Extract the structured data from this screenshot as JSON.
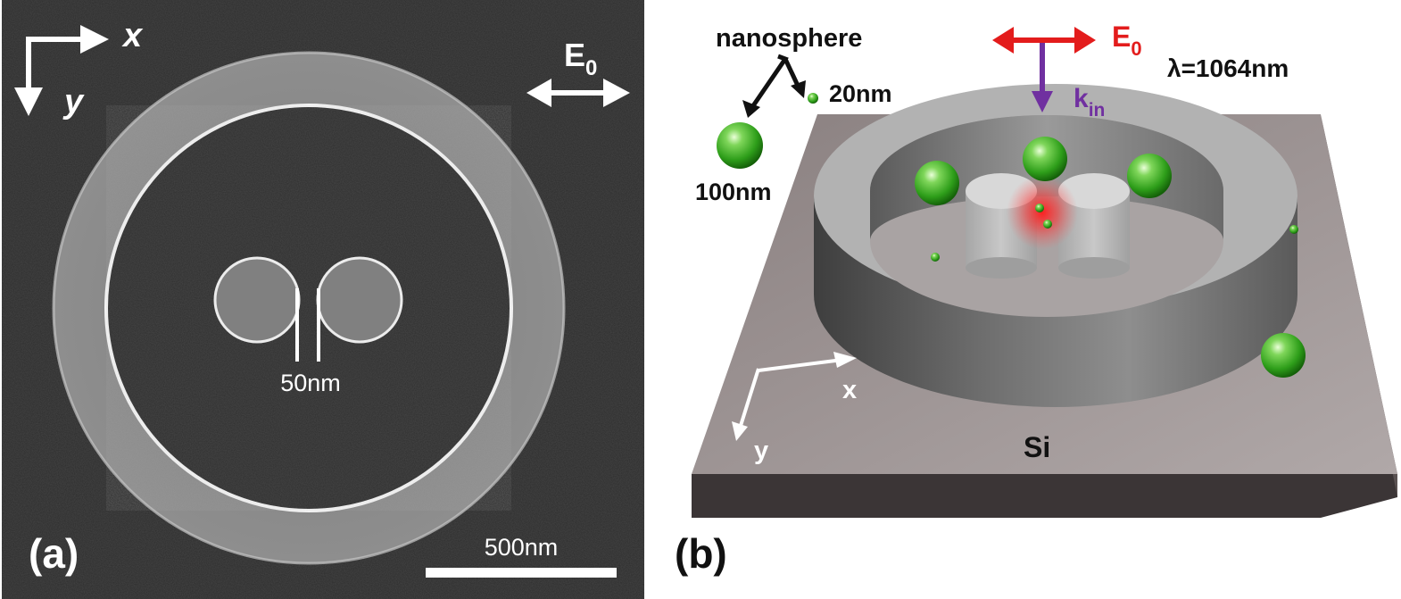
{
  "panel_a": {
    "label": "(a)",
    "axis_x": "x",
    "axis_y": "y",
    "field_label": "E",
    "field_sub": "0",
    "gap_label": "50nm",
    "scalebar_label": "500nm"
  },
  "panel_b": {
    "label": "(b)",
    "nanosphere_label": "nanosphere",
    "small_size": "20nm",
    "large_size": "100nm",
    "field_label": "E",
    "field_sub": "0",
    "k_label": "k",
    "k_sub": "in",
    "wavelength": "λ=1064nm",
    "axis_x": "x",
    "axis_y": "y",
    "substrate": "Si"
  },
  "colors": {
    "sem_background": "#2c2c2c",
    "sem_ring": "#8a8a8a",
    "field_arrow_red": "#e31c1c",
    "k_arrow_purple": "#7030a0",
    "sphere_green": "#2e9e1a",
    "substrate_top": "#8e8686",
    "ring_gray": "#b4b4b4"
  }
}
